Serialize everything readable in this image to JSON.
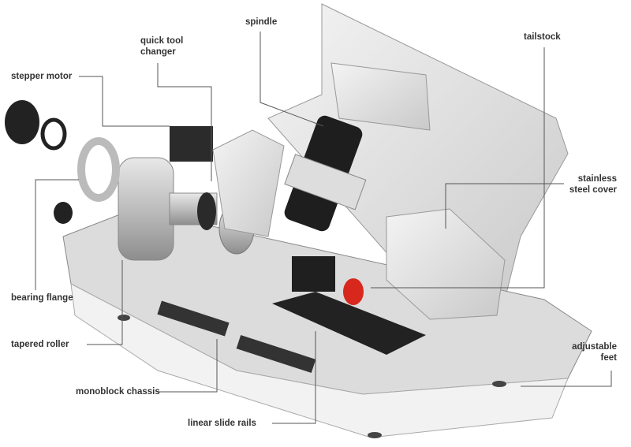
{
  "labels": {
    "spindle": "spindle",
    "quick_tool_changer_1": "quick tool",
    "quick_tool_changer_2": "changer",
    "stepper_motor": "stepper motor",
    "tailstock": "tailstock",
    "stainless_cover_1": "stainless",
    "stainless_cover_2": "steel cover",
    "bearing_flange": "bearing flange",
    "tapered_roller": "tapered roller",
    "monoblock_chassis": "monoblock chassis",
    "linear_slide_rails": "linear slide rails",
    "adjustable_feet_1": "adjustable",
    "adjustable_feet_2": "feet"
  },
  "colors": {
    "line": "#555555",
    "text": "#333333",
    "accent": "#d8281e"
  }
}
